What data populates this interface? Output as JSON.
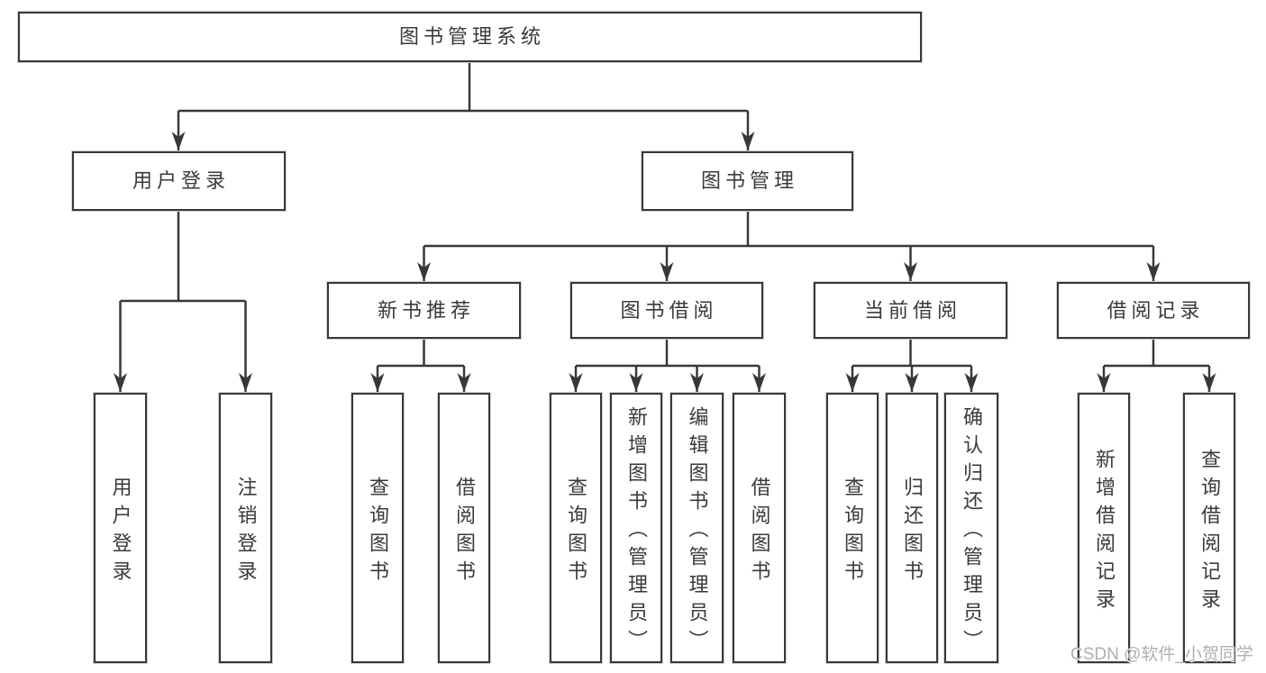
{
  "diagram": {
    "root": {
      "label": "图书管理系统"
    },
    "branches": [
      {
        "label": "用户登录",
        "children": [
          {
            "label": "用户登录"
          },
          {
            "label": "注销登录"
          }
        ]
      },
      {
        "label": "图书管理",
        "children": [
          {
            "label": "新书推荐",
            "children": [
              {
                "label": "查询图书"
              },
              {
                "label": "借阅图书"
              }
            ]
          },
          {
            "label": "图书借阅",
            "children": [
              {
                "label": "查询图书"
              },
              {
                "label": "新增图书（管理员）"
              },
              {
                "label": "编辑图书（管理员）"
              },
              {
                "label": "借阅图书"
              }
            ]
          },
          {
            "label": "当前借阅",
            "children": [
              {
                "label": "查询图书"
              },
              {
                "label": "归还图书"
              },
              {
                "label": "确认归还（管理员）"
              }
            ]
          },
          {
            "label": "借阅记录",
            "children": [
              {
                "label": "新增借阅记录"
              },
              {
                "label": "查询借阅记录"
              }
            ]
          }
        ]
      }
    ]
  },
  "watermark": {
    "text": "CSDN @软件_小贺同学"
  },
  "colors": {
    "line": "#383838",
    "text": "#3a3a3a",
    "box_background": "#ffffff",
    "watermark": "#b0b0b0"
  }
}
